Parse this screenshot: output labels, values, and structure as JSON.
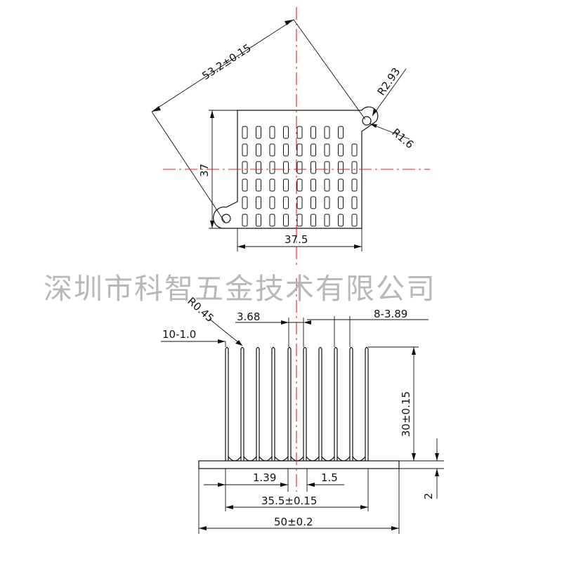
{
  "watermark": "深圳市科智五金技术有限公司",
  "colors": {
    "line": "#111111",
    "centerline": "#dd2222",
    "watermark": "#b8b8b8",
    "background": "#ffffff"
  },
  "top_view": {
    "diagonal": "53.2±0.15",
    "height": "37",
    "width": "37.5",
    "corner_radius": "R2.93",
    "hole_radius": "R1.6"
  },
  "side_view": {
    "fin_radius": "R0.45",
    "fin_count_thickness": "10-1.0",
    "fin_pitch": "3.68",
    "gap_spec": "8-3.89",
    "fin_height": "30±0.15",
    "base_thickness": "2",
    "dim_a": "1.39",
    "dim_b": "1.5",
    "fin_span": "35.5±0.15",
    "overall_width": "50±0.2"
  }
}
